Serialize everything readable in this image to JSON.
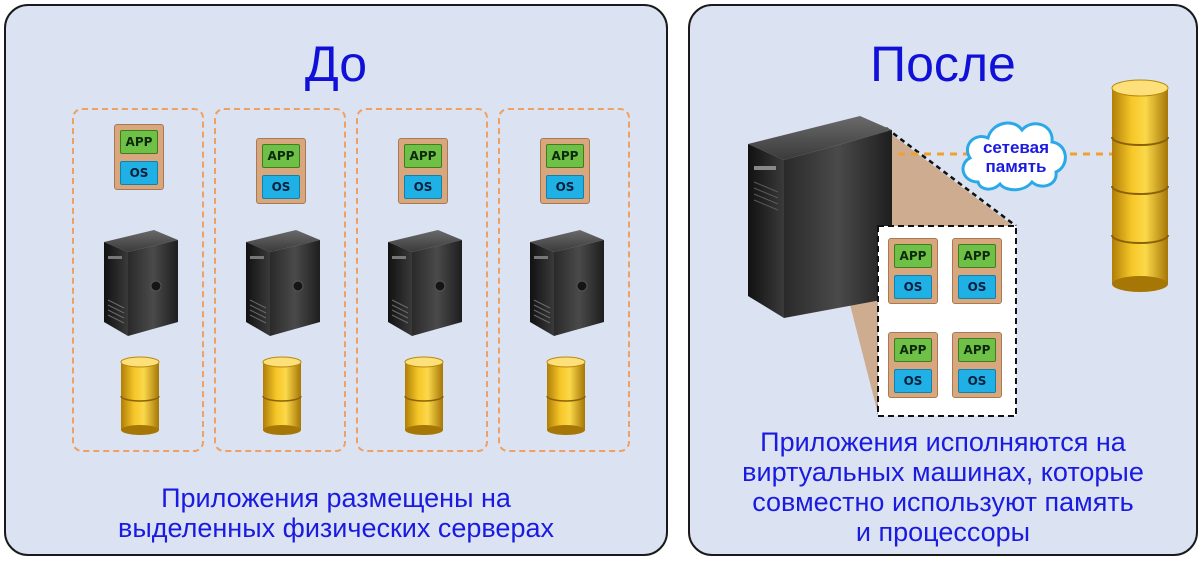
{
  "before": {
    "title": "До",
    "caption_line1": "Приложения размещены на",
    "caption_line2": "выделенных физических серверах",
    "servers": [
      {
        "app": "APP",
        "os": "OS"
      },
      {
        "app": "APP",
        "os": "OS"
      },
      {
        "app": "APP",
        "os": "OS"
      },
      {
        "app": "APP",
        "os": "OS"
      }
    ]
  },
  "after": {
    "title": "После",
    "cloud_line1": "сетевая",
    "cloud_line2": "память",
    "vms": [
      {
        "app": "APP",
        "os": "OS"
      },
      {
        "app": "APP",
        "os": "OS"
      },
      {
        "app": "APP",
        "os": "OS"
      },
      {
        "app": "APP",
        "os": "OS"
      }
    ],
    "caption_line1": "Приложения исполняются на",
    "caption_line2": "виртуальных машинах, которые",
    "caption_line3": "совместно  используют память",
    "caption_line4": "и процессоры"
  },
  "colors": {
    "panel_bg": "#dbe3f2",
    "heading": "#1010d8",
    "app_chip": "#6ec046",
    "os_chip": "#1fb0e6",
    "dashed_border": "#f0a060",
    "storage": "#e8b41c"
  },
  "icons": [
    "server-tower-icon",
    "database-cylinder-icon",
    "cloud-icon"
  ]
}
